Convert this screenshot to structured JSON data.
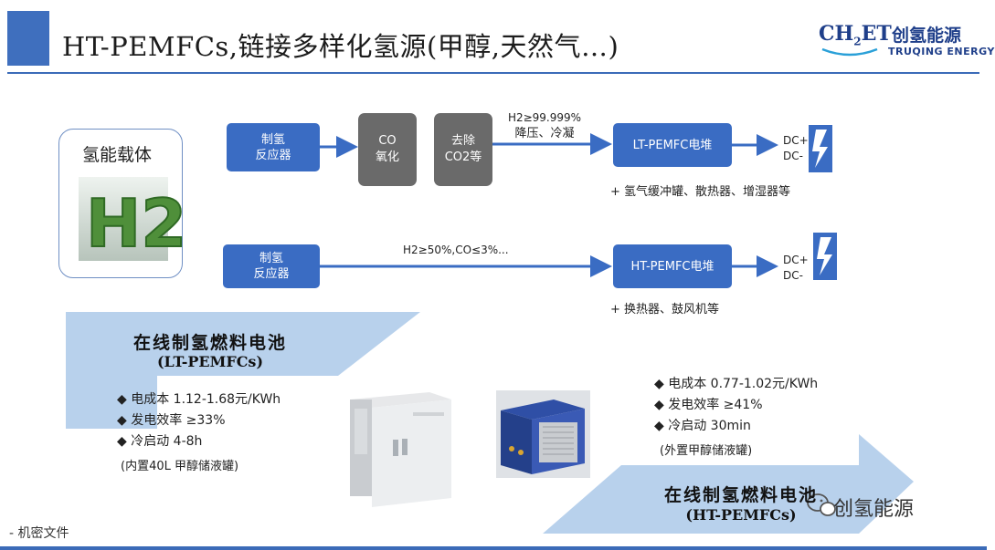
{
  "header": {
    "title": "HT-PEMFCs,链接多样化氢源(甲醇,天然气…)",
    "logo_ch": "CH",
    "logo_2": "2",
    "logo_et": "ET",
    "logo_cn": "创氢能源",
    "logo_en": "TRUQING ENERGY"
  },
  "carrier": {
    "label": "氢能载体",
    "image_text": "H2"
  },
  "flow_lt": {
    "reactor": "制氢\n反应器",
    "co_ox": "CO\n氧化",
    "co2_remove": "去除\nCO2等",
    "purity": "H2≥99.999%",
    "process": "降压、冷凝",
    "stack": "LT-PEMFC电堆",
    "dc": "DC+\nDC-",
    "extras": "+ 氢气缓冲罐、散热器、增湿器等"
  },
  "flow_ht": {
    "reactor": "制氢\n反应器",
    "gas": "H2≥50%,CO≤3%...",
    "stack": "HT-PEMFC电堆",
    "dc": "DC+\nDC-",
    "extras": "+ 换热器、鼓风机等"
  },
  "lt_section": {
    "title": "在线制氢燃料电池",
    "subtitle": "(LT-PEMFCs)",
    "bullets": [
      "◆ 电成本  1.12-1.68元/KWh",
      "◆ 发电效率  ≥33%",
      "◆ 冷启动  4-8h"
    ],
    "note": "(内置40L 甲醇储液罐)"
  },
  "ht_section": {
    "title": "在线制氢燃料电池",
    "subtitle": "(HT-PEMFCs)",
    "bullets": [
      "◆ 电成本 0.77-1.02元/KWh",
      "◆ 发电效率 ≥41%",
      "◆ 冷启动  30min"
    ],
    "note": "(外置甲醇储液罐)"
  },
  "watermark": "创氢能源",
  "footer": "- 机密文件",
  "colors": {
    "accent": "#3a6cc3",
    "gray": "#6a6a6a",
    "banner": "#b8d1ec"
  }
}
